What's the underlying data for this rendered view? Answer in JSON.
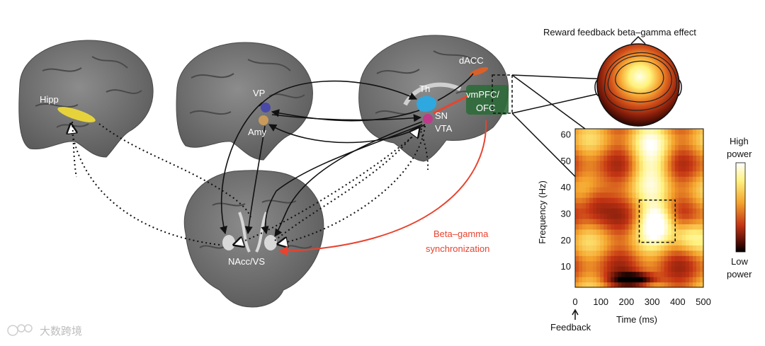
{
  "labels": {
    "hipp": "Hipp",
    "vp": "VP",
    "amy": "Amy",
    "th": "Th",
    "sn": "SN",
    "vta": "VTA",
    "dacc": "dACC",
    "vmpfc": "vmPFC/",
    "ofc": "OFC",
    "nacc": "NAcc/VS",
    "beta_gamma_line1": "Beta–gamma",
    "beta_gamma_line2": "synchronization"
  },
  "topomap_title": "Reward feedback beta–gamma effect",
  "spectrogram": {
    "ylabel": "Frequency (Hz)",
    "xlabel": "Time (ms)",
    "feedback_label": "Feedback",
    "y_ticks": [
      "60",
      "50",
      "40",
      "30",
      "20",
      "10"
    ],
    "x_ticks": [
      "0",
      "100",
      "200",
      "300",
      "400",
      "500"
    ],
    "colorbar_high": [
      "High",
      "power"
    ],
    "colorbar_low": [
      "Low",
      "power"
    ]
  },
  "chart_data": {
    "type": "heatmap",
    "title": "",
    "xlabel": "Time (ms)",
    "ylabel": "Frequency (Hz)",
    "xlim": [
      0,
      500
    ],
    "ylim": [
      2,
      62
    ],
    "highlight_window": {
      "time_ms": [
        250,
        390
      ],
      "freq_hz": [
        19,
        35
      ]
    }
  },
  "watermark": "大数跨境",
  "colors": {
    "brain": "#7a7a7a",
    "hipp": "#e6d33c",
    "vp": "#4a4aa8",
    "amy": "#c99a5a",
    "th": "#2fa8e0",
    "sn_vta": "#c03a8a",
    "dacc": "#d9602a",
    "vmpfc_ofc": "#2e6b3a",
    "nacc": "#d8d8d8",
    "red_arrow": "#e8432f"
  }
}
